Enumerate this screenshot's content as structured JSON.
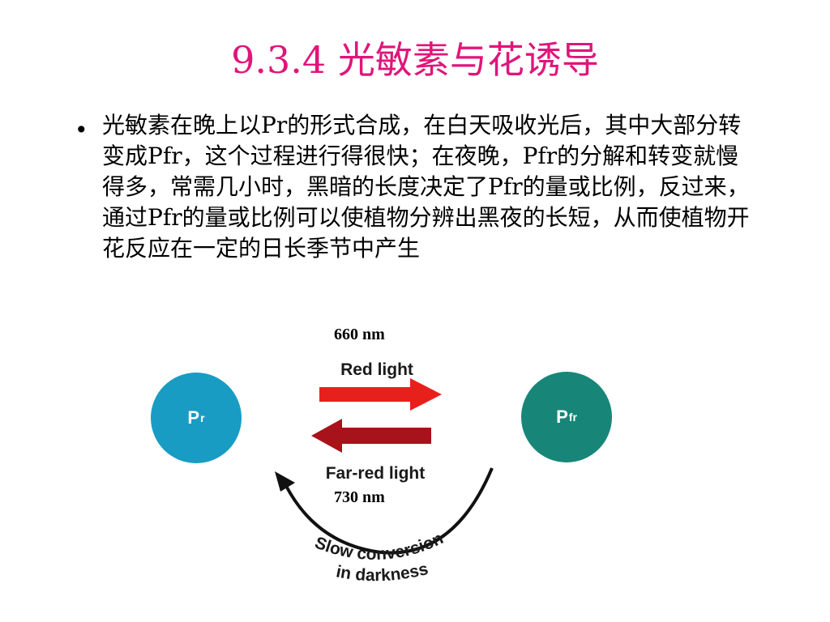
{
  "slide": {
    "title": "9.3.4 光敏素与花诱导",
    "bullet_symbol": "•",
    "bullet_text": "光敏素在晚上以Pr的形式合成，在白天吸收光后，其中大部分转变成Pfr，这个过程进行得很快；在夜晚，Pfr的分解和转变就慢得多，常需几小时，黑暗的长度决定了Pfr的量或比例，反过来，通过Pfr的量或比例可以使植物分辨出黑夜的长短，从而使植物开花反应在一定的日长季节中产生"
  },
  "diagram": {
    "wavelength_top": "660 nm",
    "wavelength_bottom": "730 nm",
    "red_light_label": "Red light",
    "far_red_label": "Far-red light",
    "slow_conversion_line1": "Slow conversion",
    "slow_conversion_line2": "in darkness",
    "pr_main": "P",
    "pr_sub": "r",
    "pfr_main": "P",
    "pfr_sub": "fr",
    "colors": {
      "title": "#e0157a",
      "pr_circle": "#199cc4",
      "pfr_circle": "#178678",
      "red_arrow": "#e8201c",
      "far_red_arrow": "#a8121a"
    }
  }
}
